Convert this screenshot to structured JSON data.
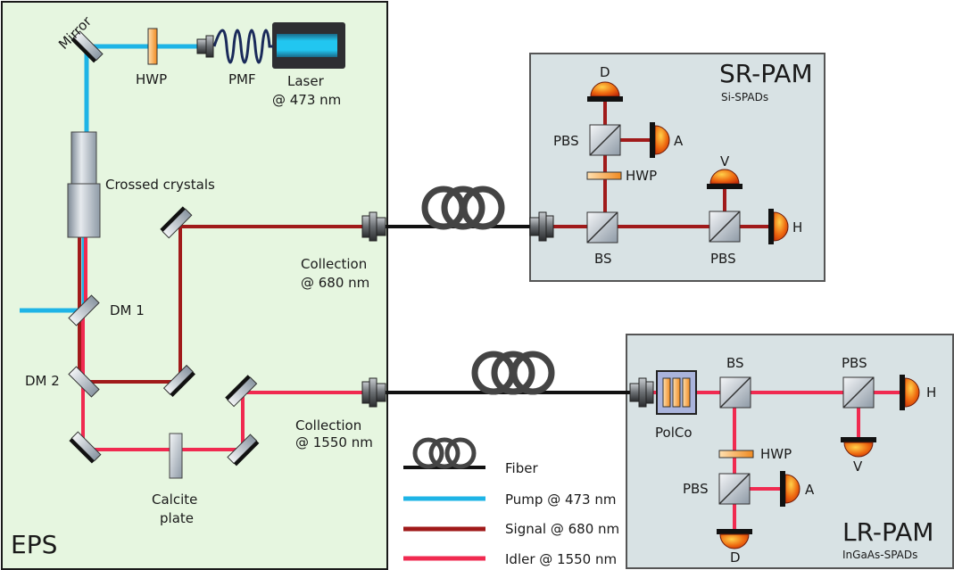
{
  "colors": {
    "pump": "#1eb4e6",
    "signal": "#a01a1a",
    "idler": "#f02a50",
    "fiber": "#111111",
    "eps_bg": "#e6f6e0",
    "pam_bg": "#d8e2e4"
  },
  "eps": {
    "title": "EPS",
    "mirror": "Mirror",
    "hwp": "HWP",
    "pmf": "PMF",
    "laser_line1": "Laser",
    "laser_line2": "@ 473 nm",
    "crystals": "Crossed crystals",
    "dm1": "DM 1",
    "dm2": "DM 2",
    "coll680_line1": "Collection",
    "coll680_line2": "@ 680 nm",
    "coll1550_line1": "Collection",
    "coll1550_line2": "@ 1550 nm",
    "calcite_line1": "Calcite",
    "calcite_line2": "plate"
  },
  "sr_pam": {
    "title": "SR-PAM",
    "subtitle": "Si-SPADs",
    "pbs1": "PBS",
    "pbs2": "PBS",
    "hwp": "HWP",
    "bs": "BS",
    "det_d": "D",
    "det_a": "A",
    "det_v": "V",
    "det_h": "H"
  },
  "lr_pam": {
    "title": "LR-PAM",
    "subtitle": "InGaAs-SPADs",
    "polco": "PolCo",
    "bs": "BS",
    "pbs1": "PBS",
    "pbs2": "PBS",
    "hwp": "HWP",
    "det_h": "H",
    "det_v": "V",
    "det_a": "A",
    "det_d": "D"
  },
  "legend": {
    "fiber": "Fiber",
    "pump": "Pump @ 473 nm",
    "signal": "Signal @ 680 nm",
    "idler": "Idler @ 1550 nm"
  }
}
